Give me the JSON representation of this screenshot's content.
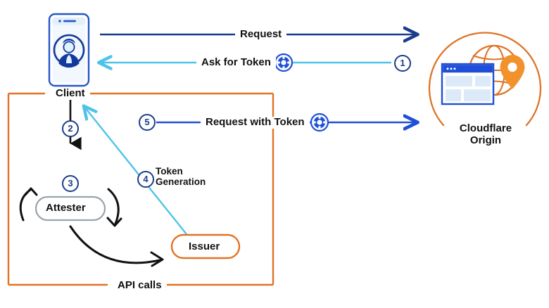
{
  "diagram": {
    "title": "Privacy Pass token issuance flow",
    "type": "flow-diagram",
    "colors": {
      "dark_blue": "#1b3c8c",
      "bright_blue": "#1f4fd8",
      "light_blue": "#4dc3e8",
      "orange": "#e07326",
      "black": "#111111",
      "gray": "#9aa3ab",
      "pale_blue": "#dceaf7"
    }
  },
  "nodes": {
    "client": {
      "label": "Client",
      "icon": "mobile-phone-user-icon"
    },
    "origin": {
      "label": "Cloudflare\nOrigin",
      "line1": "Cloudflare",
      "line2": "Origin",
      "icon": "browser-globe-pin-icon"
    },
    "attester": {
      "label": "Attester",
      "shape": "pill",
      "border": "#9aa3ab"
    },
    "issuer": {
      "label": "Issuer",
      "shape": "pill",
      "border": "#e07326"
    },
    "api_boundary": {
      "label": "API calls"
    }
  },
  "flows": [
    {
      "id": "request",
      "label": "Request",
      "from": "client",
      "to": "origin",
      "color": "#1b3c8c",
      "token_icon": false,
      "step": null
    },
    {
      "id": "ask-for-token",
      "label": "Ask for Token",
      "from": "origin",
      "to": "client",
      "color": "#4dc3e8",
      "token_icon": true,
      "step": "1"
    },
    {
      "id": "client-attest",
      "label": "",
      "from": "client",
      "to": "attester",
      "color": "#111111",
      "token_icon": false,
      "step": "2"
    },
    {
      "id": "attestation",
      "label": "",
      "from": "attester",
      "to": "attester",
      "color": "#111111",
      "token_icon": false,
      "step": "3"
    },
    {
      "id": "token-gen",
      "label": "Token\nGeneration",
      "from": "issuer",
      "to": "client",
      "color": "#4dc3e8",
      "token_icon": false,
      "step": "4"
    },
    {
      "id": "req-w-token",
      "label": "Request with Token",
      "from": "client",
      "to": "origin",
      "color": "#1f4fd8",
      "token_icon": true,
      "step": "5"
    }
  ],
  "labels": {
    "request": "Request",
    "ask_for_token": "Ask for Token",
    "request_with_token": "Request with Token",
    "token_generation_l1": "Token",
    "token_generation_l2": "Generation",
    "client": "Client",
    "api_calls": "API calls",
    "attester": "Attester",
    "issuer": "Issuer",
    "cloudflare_l1": "Cloudflare",
    "cloudflare_l2": "Origin"
  },
  "steps": {
    "s1": "1",
    "s2": "2",
    "s3": "3",
    "s4": "4",
    "s5": "5"
  },
  "icons": {
    "token": "privacy-pass-token-icon",
    "phone": "mobile-phone-user-icon",
    "globe": "globe-icon",
    "browser": "browser-window-icon",
    "pin": "map-pin-icon"
  }
}
